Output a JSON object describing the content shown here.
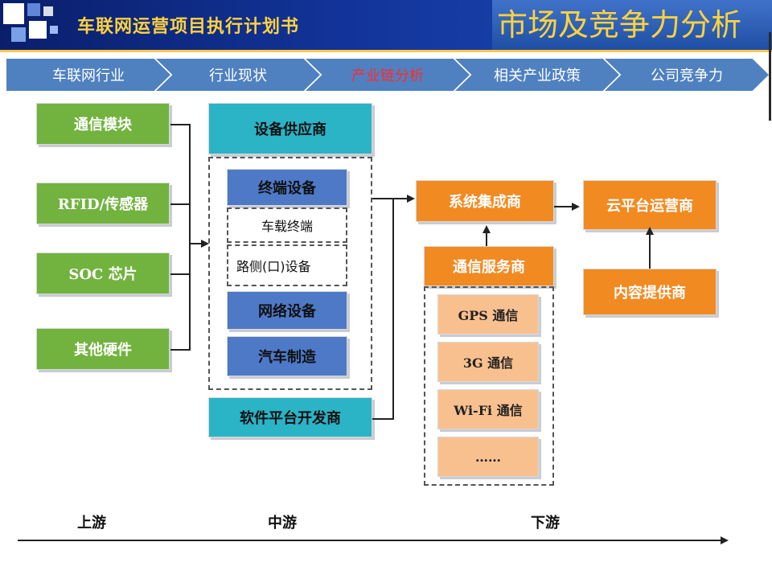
{
  "header": {
    "doc_title": "车联网运营项目执行计划书",
    "section_title": "市场及竞争力分析"
  },
  "nav": {
    "tabs": [
      {
        "label": "车联网行业",
        "active": false
      },
      {
        "label": "行业现状",
        "active": false
      },
      {
        "label": "产业链分析",
        "active": true
      },
      {
        "label": "相关产业政策",
        "active": false
      },
      {
        "label": "公司竞争力",
        "active": false
      }
    ]
  },
  "upstream": {
    "items": [
      "通信模块",
      "RFID/传感器",
      "SOC 芯片",
      "其他硬件"
    ]
  },
  "midstream": {
    "supplier": "设备供应商",
    "terminal_equipment": "终端设备",
    "vehicle_terminal": "车载终端",
    "roadside_equipment": "路侧(口)设备",
    "network_equipment": "网络设备",
    "automaker": "汽车制造",
    "software_developer": "软件平台开发商"
  },
  "downstream": {
    "system_integrator": "系统集成商",
    "cloud_operator": "云平台运营商",
    "comm_provider": "通信服务商",
    "content_provider": "内容提供商",
    "comm_items": [
      "GPS 通信",
      "3G 通信",
      "Wi-Fi 通信",
      "……"
    ]
  },
  "stages": {
    "up": "上游",
    "mid": "中游",
    "down": "下游"
  },
  "colors": {
    "header_bg": "#0a1f6b",
    "title_gold": "#ffd23e",
    "nav_blue": "#4f81c0",
    "active_red": "#ff2a2a",
    "green": "#72b340",
    "cyan": "#2bb3c6",
    "orange": "#f28a22",
    "blue": "#4d79c7",
    "peach": "#f9c08f"
  }
}
